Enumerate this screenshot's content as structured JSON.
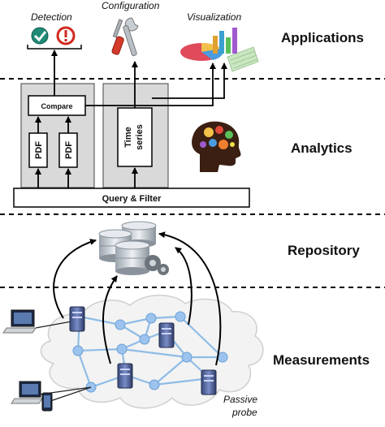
{
  "applications": {
    "detection_label": "Detection",
    "configuration_label": "Configuration",
    "visualization_label": "Visualization"
  },
  "layers": {
    "applications": "Applications",
    "analytics": "Analytics",
    "repository": "Repository",
    "measurements": "Measurements"
  },
  "analytics": {
    "compare": "Compare",
    "pdf_1": "PDF",
    "pdf_2": "PDF",
    "time_series_line1": "Time",
    "time_series_line2": "series",
    "query_filter": "Query & Filter"
  },
  "measurements": {
    "probe_line1": "Passive",
    "probe_line2": "probe"
  },
  "icons": {
    "detection_check": "check-circle-icon",
    "detection_alert": "alert-circle-icon",
    "configuration": "tools-icon",
    "visualization": "charts-icon",
    "analytics": "brain-gears-icon",
    "repository": "database-gears-icon",
    "measurement_servers": "server-icon",
    "devices": "laptop-phone-icon"
  },
  "colors": {
    "panel_grey": "#d9d9d9",
    "network_line": "#8fbce6",
    "node_blue": "#9cc3ee",
    "cloud_fill": "#f5f5f5",
    "check_green": "#1f8a76",
    "alert_red": "#d0281e"
  }
}
